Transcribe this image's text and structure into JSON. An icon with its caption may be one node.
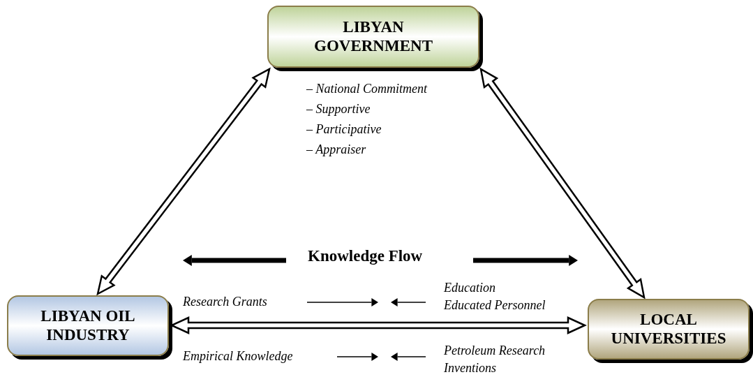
{
  "diagram": {
    "nodes": [
      {
        "text": [
          "LIBYAN GOVERNMENT"
        ],
        "beside": [
          "– National Commitment",
          "– Supportive",
          "– Participative",
          "– Appraiser"
        ]
      },
      {
        "text": [
          "LIBYAN OIL INDUSTRY"
        ]
      },
      {
        "text": [
          "LOCAL UNIVERSITIES"
        ]
      }
    ],
    "edges": [
      {
        "from": 1,
        "to": 0,
        "arrow": "both",
        "style": "thick"
      },
      {
        "from": 0,
        "to": 2,
        "arrow": "both",
        "style": "thick"
      },
      {
        "from": 1,
        "to": 2,
        "arrow": "both",
        "style": "thick"
      }
    ],
    "labels": [
      "Knowledge Flow",
      "Research Grants",
      "Education",
      "Educated Personnel",
      "Empirical Knowledge",
      "Petroleum Research",
      "Inventions"
    ]
  }
}
